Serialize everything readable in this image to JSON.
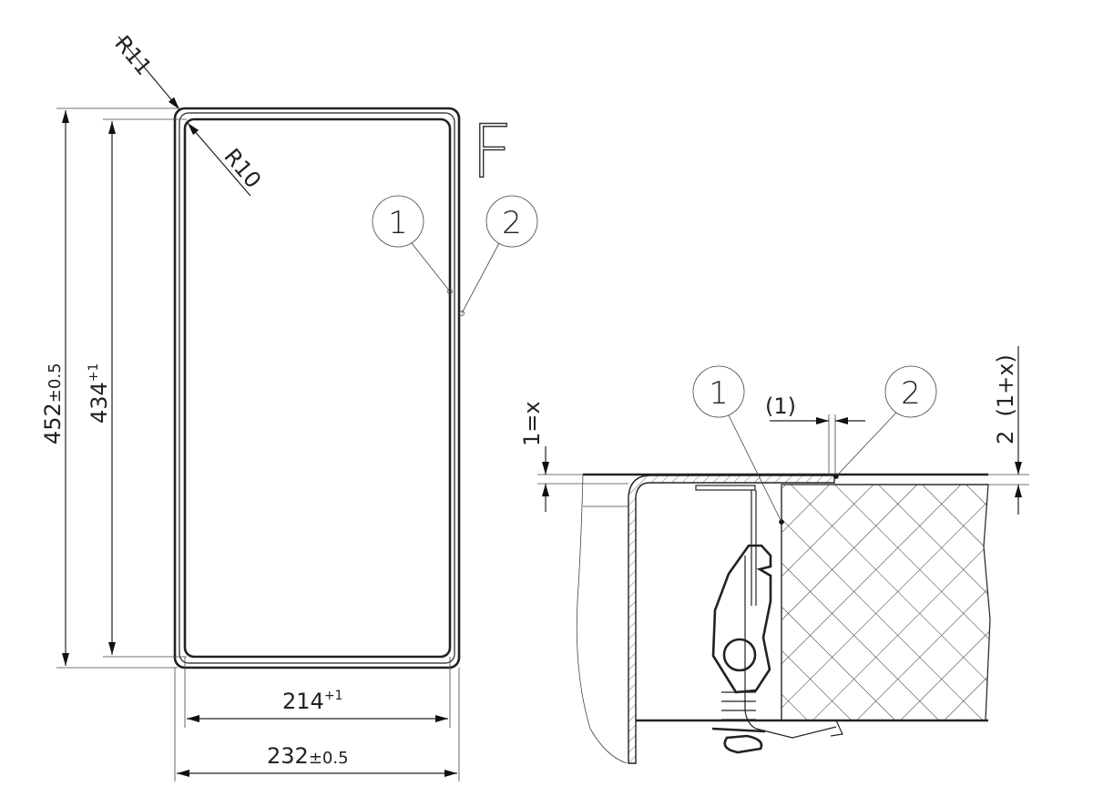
{
  "plan_view": {
    "label_view": "F",
    "radius_outer": "R11",
    "radius_inner": "R10",
    "height_outer": {
      "value": "452",
      "tolerance": "±0.5"
    },
    "height_inner": {
      "value": "434",
      "tolerance": "+1"
    },
    "width_inner": {
      "value": "214",
      "tolerance": "+1"
    },
    "width_outer": {
      "value": "232",
      "tolerance": "±0.5"
    },
    "balloons": [
      "1",
      "2"
    ]
  },
  "section_view": {
    "dim_left": "1=x",
    "dim_gap": "(1)",
    "dim_right": "2  (1+x)",
    "balloons": [
      "1",
      "2"
    ]
  }
}
